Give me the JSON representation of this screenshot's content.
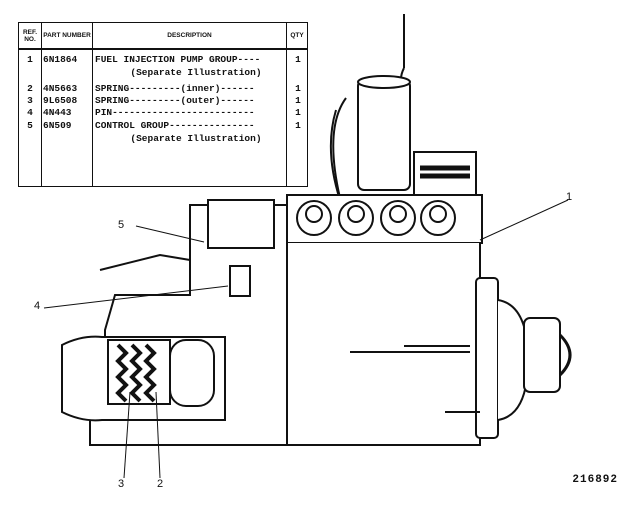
{
  "table": {
    "headers": {
      "ref": "REF. NO.",
      "part": "PART NUMBER",
      "desc": "DESCRIPTION",
      "qty": "QTY"
    },
    "rows": [
      {
        "ref": "1",
        "part": "6N1864",
        "desc": "FUEL INJECTION PUMP GROUP----",
        "qty": "1"
      },
      {
        "ref": "",
        "part": "",
        "desc": "  (Separate Illustration)",
        "qty": ""
      },
      {
        "ref": "2",
        "part": "4N5663",
        "desc": "SPRING---------(inner)------",
        "qty": "1"
      },
      {
        "ref": "3",
        "part": "9L6508",
        "desc": "SPRING---------(outer)------",
        "qty": "1"
      },
      {
        "ref": "4",
        "part": "4N443",
        "desc": "PIN-------------------------",
        "qty": "1"
      },
      {
        "ref": "5",
        "part": "6N509",
        "desc": "CONTROL GROUP---------------",
        "qty": "1"
      },
      {
        "ref": "",
        "part": "",
        "desc": "  (Separate Illustration)",
        "qty": ""
      }
    ]
  },
  "callouts": {
    "c1": "1",
    "c2": "2",
    "c3": "3",
    "c4": "4",
    "c5": "5"
  },
  "drawing_number": "216892"
}
